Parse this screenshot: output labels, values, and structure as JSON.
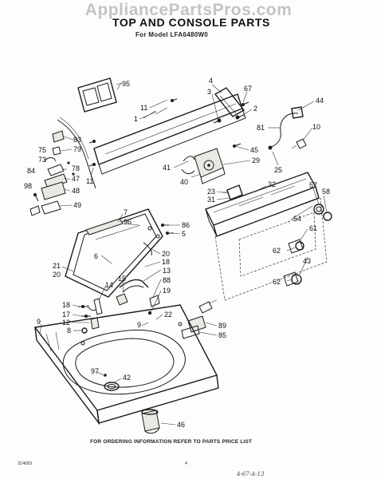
{
  "watermark": "AppliancePartsPros.com",
  "title": "TOP AND CONSOLE PARTS",
  "subtitle": "For Model LFA6480W0",
  "footer_note": "FOR ORDERING INFORMATION REFER TO PARTS PRICE LIST",
  "footer_left": "3146B1",
  "footer_page": "4",
  "footer_signature": "4-67-A-13",
  "callouts": [
    "95",
    "4",
    "67",
    "3",
    "2",
    "44",
    "11",
    "1",
    "81",
    "10",
    "83",
    "75",
    "79",
    "73",
    "78",
    "47",
    "84",
    "48",
    "98",
    "49",
    "45",
    "29",
    "41",
    "25",
    "40",
    "32",
    "23",
    "31",
    "57",
    "58",
    "7",
    "96",
    "86",
    "5",
    "54",
    "61",
    "20",
    "6",
    "62",
    "18",
    "21",
    "20",
    "13",
    "15",
    "88",
    "43",
    "62",
    "14",
    "19",
    "18",
    "17",
    "22",
    "12",
    "89",
    "9",
    "8",
    "85",
    "9",
    "97",
    "42",
    "46",
    "11"
  ]
}
